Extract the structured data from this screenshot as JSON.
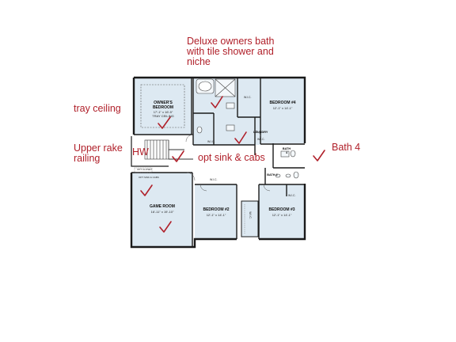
{
  "annotations": {
    "deluxe_bath": "Deluxe owners bath\nwith tile shower and\nniche",
    "tray_ceiling": "tray ceiling",
    "upper_rake": "Upper rake\nrailing",
    "hw": "HW",
    "opt_sink": "opt sink & cabs",
    "bath4": "Bath 4"
  },
  "rooms": {
    "owners_bedroom": {
      "name": "OWNER'S\nBEDROOM",
      "dims": "17'-1\" x 16'-5\"\nTRAY CEILING"
    },
    "bedroom4": {
      "name": "BEDROOM #4",
      "dims": "12'-1\" x 14'-1\""
    },
    "bedroom2": {
      "name": "BEDROOM #2",
      "dims": "12'-1\" x 14'-1\""
    },
    "bedroom3": {
      "name": "BEDROOM #3",
      "dims": "12'-1\" x 14'-1\""
    },
    "game_room": {
      "name": "GAME ROOM",
      "dims": "16'-11\" x 19'-10\""
    },
    "laundry": {
      "name": "LAUNDRY"
    },
    "bath4": {
      "name": "BATH\n4"
    },
    "bath2": {
      "name": "BATH 2"
    },
    "wic1": "W.I.C.",
    "wic2": "W.I.C.",
    "wic3": "W.I.C.",
    "wic4": "W.I.C.",
    "wic5": "W.I.C.",
    "wic6": "W.I.C.",
    "opt_closet": "OPT CLOSET",
    "opt_sink_small": "OPT SINK & CABS"
  },
  "colors": {
    "accent": "#b0202a",
    "room_fill": "#dde9f2",
    "wall": "#1a1a1a"
  }
}
